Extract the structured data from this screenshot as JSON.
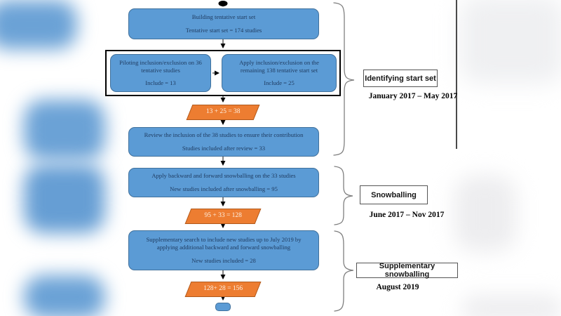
{
  "flowchart": {
    "nodes": {
      "start_box": {
        "line1": "Building tentative start set",
        "line2": "Tentative start set = 174 studies"
      },
      "pilot_box": {
        "line1": "Piloting inclusion/exclusion on 36 tentative studies",
        "line2": "Include = 13"
      },
      "apply_box": {
        "line1": "Apply inclusion/exclusion on the remaining 138 tentative start set",
        "line2": "Include = 25"
      },
      "sum1": "13 + 25 = 38",
      "review_box": {
        "line1": "Review the inclusion of the 38 studies to ensure their contribution",
        "line2": "Studies included after review = 33"
      },
      "snowballing_box": {
        "line1": "Apply backward and forward snowballing on the 33 studies",
        "line2": "New studies included after snowballing = 95"
      },
      "sum2": "95 + 33 = 128",
      "supplementary_box": {
        "line1": "Supplementary search to include new studies up to July 2019 by applying additional backward and forward snowballing",
        "line2": "New studies included = 28"
      },
      "sum3": "128+ 28 = 156"
    },
    "sections": [
      {
        "label": "Identifying start set",
        "date": "January 2017 – May 2017"
      },
      {
        "label": "Snowballing",
        "date": "June 2017 – Nov 2017"
      },
      {
        "label": "Supplementary snowballing",
        "date": "August 2019"
      }
    ],
    "colors": {
      "node_fill": "#5b9bd5",
      "node_border": "#41719c",
      "node_text": "#1e3a5f",
      "sum_fill": "#ed7d31",
      "sum_border": "#b05a1d"
    }
  }
}
